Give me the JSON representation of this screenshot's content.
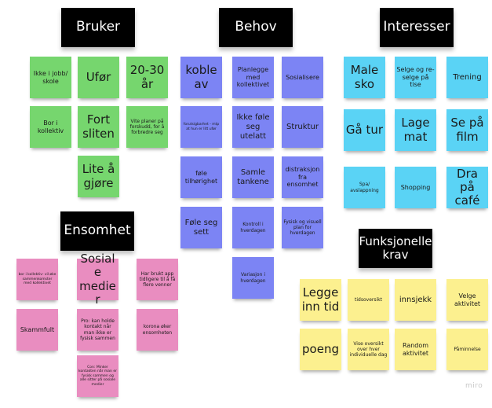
{
  "board": {
    "watermark": "miro",
    "colors": {
      "header": "#000000",
      "bruker": "#76d66e",
      "behov": "#7c84f4",
      "interesser": "#5ad3f5",
      "ensomhet": "#e98dc0",
      "funksjonelle_krav": "#fcf08f"
    }
  },
  "groups": {
    "bruker": {
      "title": "Bruker",
      "notes": [
        "Ikke i jobb/ skole",
        "Ufør",
        "20-30 år",
        "Bor i kollektiv",
        "Fort sliten",
        "Vite planer på forskudd, for å forbredre seg",
        "Lite å gjøre"
      ]
    },
    "behov": {
      "title": "Behov",
      "notes": [
        "koble av",
        "Planlegge med kollektivet",
        "Sosialisere",
        "forutsigbarhet - mtp at hun er litt ufør",
        "Ikke føle seg utelatt",
        "Struktur",
        "føle tilhørighet",
        "Samle tankene",
        "distraksjon fra ensomhet",
        "Føle seg sett",
        "Kontroll i hverdagen",
        "Fysisk og visuell plan for hverdagen",
        "Variasjon i hverdagen"
      ]
    },
    "interesser": {
      "title": "Interesser",
      "notes": [
        "Male sko",
        "Selge og re-selge på tise",
        "Trening",
        "Gå tur",
        "Lage mat",
        "Se på film",
        "Spa/ avslappning",
        "Shopping",
        "Dra på café"
      ]
    },
    "ensomhet": {
      "title": "Ensomhet",
      "notes": [
        "bor i kollektiv- vil øke sammenkomster med kollektivet",
        "Sosiale medier",
        "Har brukt app tidligere til å få flere venner",
        "Skammfult",
        "Pro: kan holde kontakt når man ikke er fysisk sammen",
        "korona øker ensomheten",
        "Con: Minker kontakten når man er fysisk sammen og alle sitter på sosiale medier"
      ]
    },
    "funksjonelle_krav": {
      "title": "Funksjonelle krav",
      "notes": [
        "Legge inn tid",
        "tidsoversikt",
        "innsjekk",
        "Velge aktivitet",
        "poeng",
        "Vise oversikt over hver individuelle dag",
        "Random aktivitet",
        "Påminnelse"
      ]
    }
  }
}
